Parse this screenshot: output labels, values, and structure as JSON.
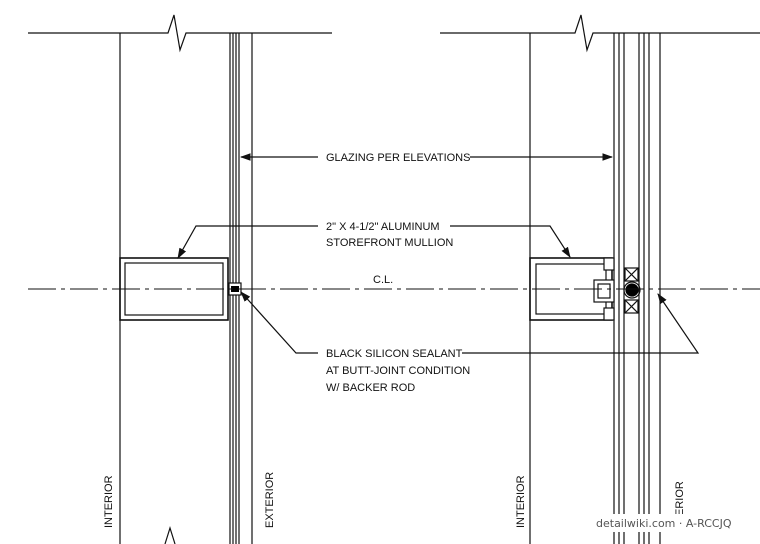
{
  "labels": {
    "glazing": "GLAZING PER ELEVATIONS",
    "mullion_line1": "2\" X 4-1/2\" ALUMINUM",
    "mullion_line2": "STOREFRONT MULLION",
    "centerline": "C.L.",
    "sealant_line1": "BLACK SILICON SEALANT",
    "sealant_line2": "AT BUTT-JOINT CONDITION",
    "sealant_line3": "W/ BACKER ROD",
    "interior_left": "INTERIOR",
    "exterior_left": "EXTERIOR",
    "interior_right": "INTERIOR",
    "exterior_right": "ERIOR"
  },
  "watermark": "detailwiki.com · A-RCCJQ",
  "colors": {
    "ink": "#111111",
    "sealant": "#000000",
    "watermark": "#555555"
  }
}
